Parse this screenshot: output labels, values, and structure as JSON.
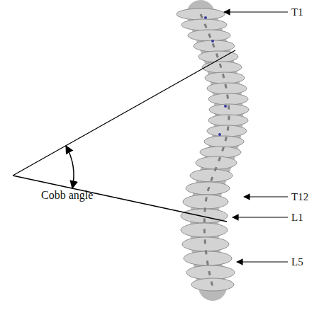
{
  "diagram": {
    "labels": [
      "T1",
      "T12",
      "L1",
      "Cobb angle",
      "L5"
    ]
  }
}
